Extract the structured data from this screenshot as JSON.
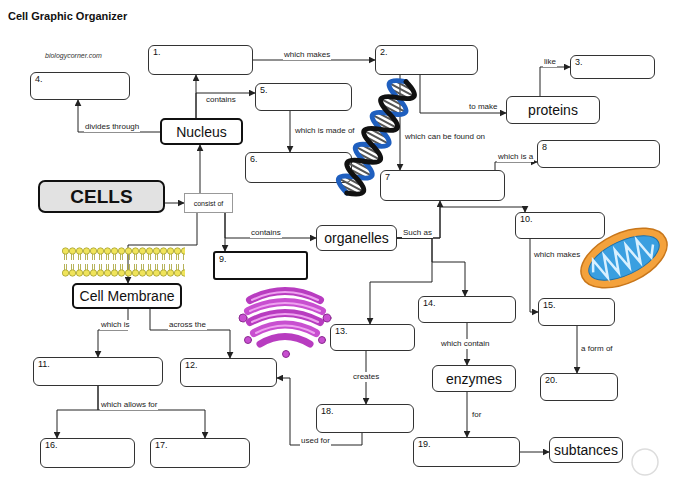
{
  "diagram": {
    "title": "Cell Graphic Organizer",
    "nodes": [
      {
        "text": [
          "1."
        ]
      },
      {
        "text": [
          "2."
        ]
      },
      {
        "text": [
          "3."
        ]
      },
      {
        "text": [
          "4."
        ]
      },
      {
        "text": [
          "5."
        ]
      },
      {
        "text": [
          "proteins"
        ]
      },
      {
        "text": [
          "Nucleus"
        ]
      },
      {
        "text": [
          "8"
        ]
      },
      {
        "text": [
          "6."
        ]
      },
      {
        "text": [
          "7"
        ]
      },
      {
        "text": [
          "CELLS"
        ]
      },
      {
        "text": [
          "consist of"
        ]
      },
      {
        "text": [
          "organelles"
        ]
      },
      {
        "text": [
          "10."
        ]
      },
      {
        "text": [
          "9."
        ]
      },
      {
        "text": [
          "Cell Membrane"
        ]
      },
      {
        "text": [
          "14."
        ]
      },
      {
        "text": [
          "15."
        ]
      },
      {
        "text": [
          "13."
        ]
      },
      {
        "text": [
          "11."
        ]
      },
      {
        "text": [
          "12."
        ]
      },
      {
        "text": [
          "enzymes"
        ]
      },
      {
        "text": [
          "20."
        ]
      },
      {
        "text": [
          "18."
        ]
      },
      {
        "text": [
          "16."
        ]
      },
      {
        "text": [
          "17."
        ]
      },
      {
        "text": [
          "19."
        ]
      },
      {
        "text": [
          "subtances"
        ]
      }
    ],
    "edges": [
      {
        "from": 0,
        "to": 1,
        "label": "which makes",
        "arrow": "to"
      },
      {
        "from": 6,
        "to": 0,
        "arrow": "to"
      },
      {
        "from": 6,
        "to": 4,
        "label": "contains",
        "arrow": "to"
      },
      {
        "from": 6,
        "to": 3,
        "label": "divides through",
        "arrow": "to"
      },
      {
        "from": 4,
        "to": 8,
        "label": "which is made of",
        "arrow": "to"
      },
      {
        "from": 1,
        "to": 5,
        "label": "to make",
        "arrow": "to"
      },
      {
        "from": 5,
        "to": 2,
        "label": "like",
        "arrow": "to"
      },
      {
        "from": 1,
        "to": 9,
        "label": "which can be found on",
        "arrow": "to"
      },
      {
        "from": 9,
        "to": 7,
        "label": "which is a",
        "arrow": "to"
      },
      {
        "from": 10,
        "to": 11,
        "arrow": "to"
      },
      {
        "from": 11,
        "to": 6,
        "arrow": "to"
      },
      {
        "from": 11,
        "to": 15,
        "arrow": "to"
      },
      {
        "from": 11,
        "to": 12,
        "label": "contains",
        "arrow": "to"
      },
      {
        "from": 11,
        "to": 14,
        "arrow": "to"
      },
      {
        "from": 12,
        "to": 9,
        "label": "Such as",
        "arrow": "to"
      },
      {
        "from": 12,
        "to": 13,
        "arrow": "to"
      },
      {
        "from": 12,
        "to": 16,
        "arrow": "to"
      },
      {
        "from": 12,
        "to": 18,
        "arrow": "to"
      },
      {
        "from": 13,
        "to": 17,
        "label": "which makes",
        "arrow": "to"
      },
      {
        "from": 17,
        "to": 22,
        "label": "a form of",
        "arrow": "to"
      },
      {
        "from": 16,
        "to": 21,
        "label": "which contain",
        "arrow": "to"
      },
      {
        "from": 21,
        "to": 26,
        "label": "for",
        "arrow": "to"
      },
      {
        "from": 26,
        "to": 27,
        "arrow": "to"
      },
      {
        "from": 18,
        "to": 23,
        "label": "creates",
        "arrow": "to"
      },
      {
        "from": 23,
        "to": 20,
        "label": "used for",
        "arrow": "to"
      },
      {
        "from": 15,
        "to": 19,
        "label": "which is",
        "arrow": "to"
      },
      {
        "from": 15,
        "to": 20,
        "label": "across the",
        "arrow": "to"
      },
      {
        "from": 19,
        "to": 24,
        "label": "which allows for",
        "arrow": "to"
      },
      {
        "from": 19,
        "to": 25,
        "arrow": "to"
      }
    ],
    "labels": [
      "biologycorner.com"
    ]
  }
}
